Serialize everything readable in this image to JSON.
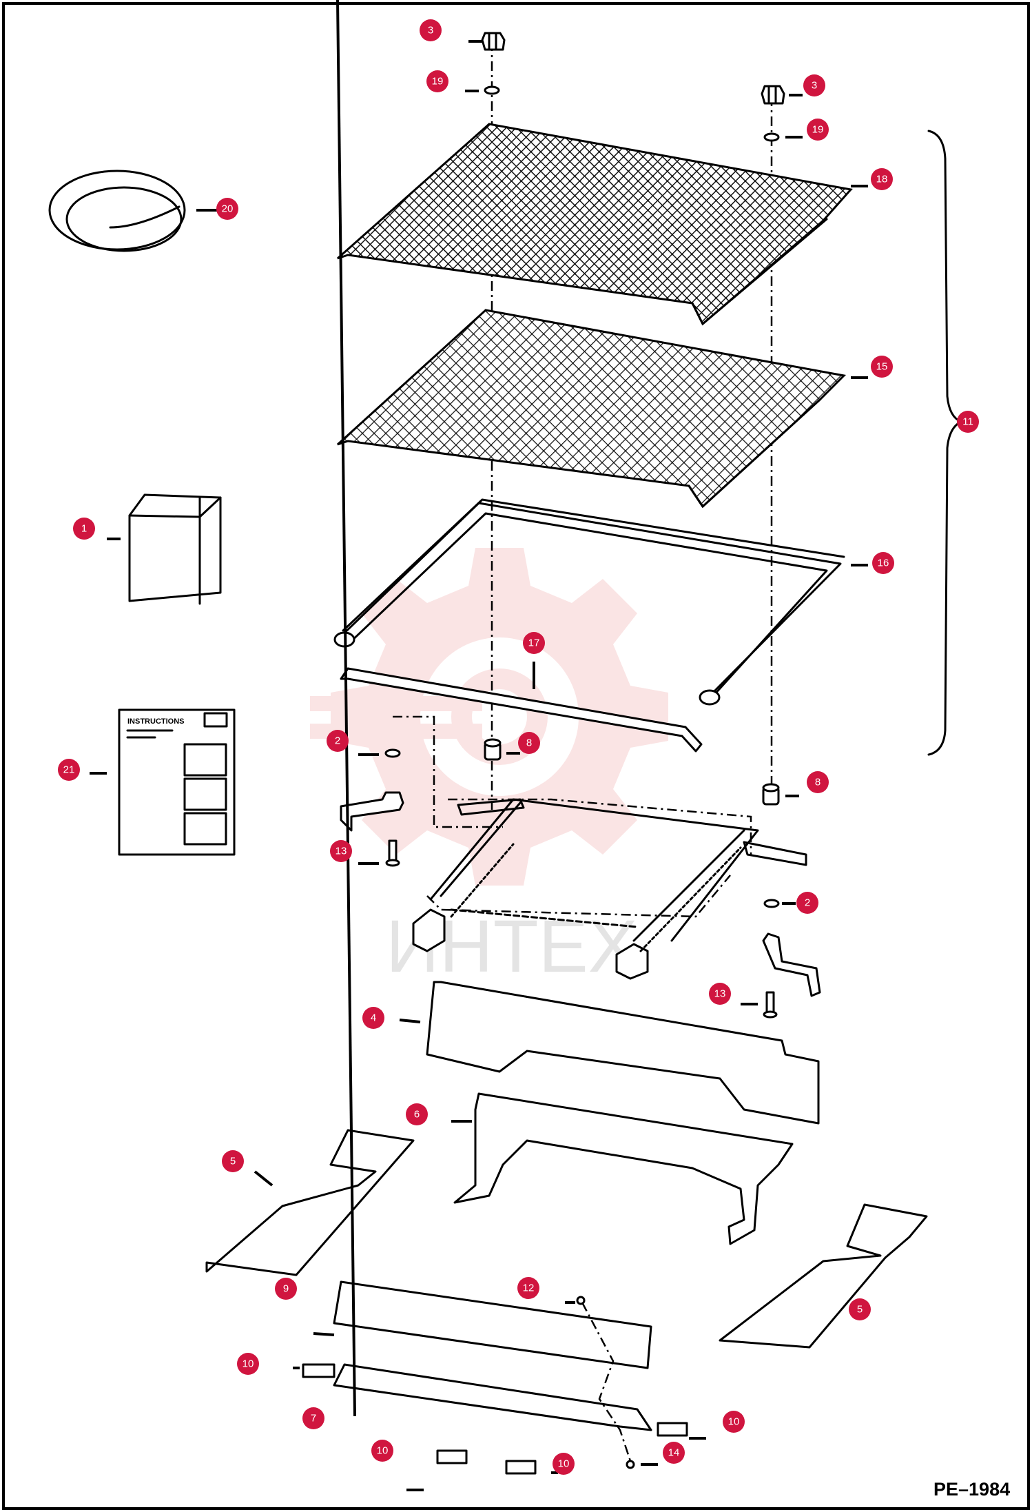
{
  "diagram": {
    "code": "PE–1984",
    "watermark_text": "ИНТЕХ",
    "instructions_label": "INSTRUCTIONS",
    "colors": {
      "badge": "#d0153f",
      "badge_text": "#ffffff",
      "line": "#000000",
      "watermark": "#f2b3b3"
    },
    "callouts": [
      "1",
      "2",
      "2",
      "3",
      "3",
      "4",
      "5",
      "5",
      "6",
      "7",
      "8",
      "8",
      "9",
      "10",
      "10",
      "10",
      "10",
      "11",
      "12",
      "13",
      "13",
      "14",
      "15",
      "16",
      "17",
      "18",
      "19",
      "19",
      "20",
      "21"
    ]
  }
}
